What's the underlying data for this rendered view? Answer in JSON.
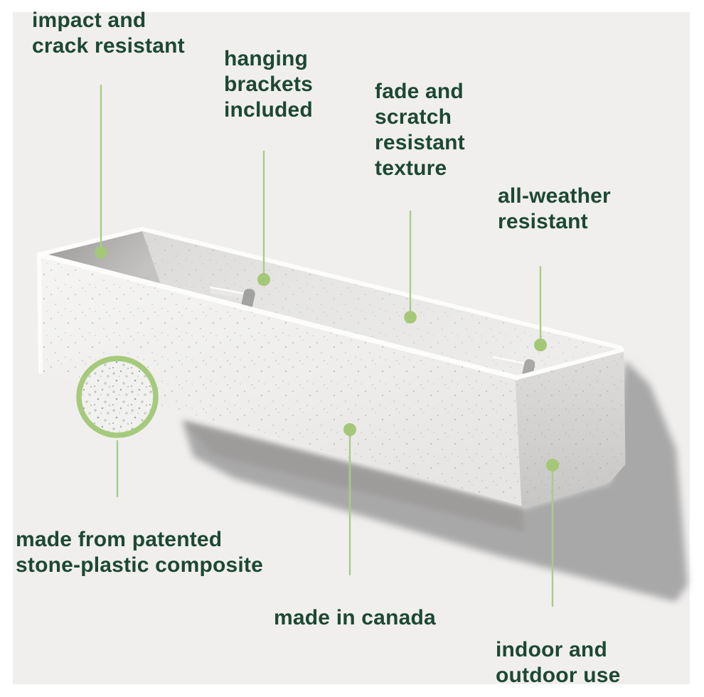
{
  "colors": {
    "page_margin": "#ffffff",
    "backdrop": "#f0efee",
    "label_text": "#1d4833",
    "accent_line_green": "#a9cd85",
    "accent_dot_green": "#a4c878",
    "magnifier_ring_green": "#a5ca7c",
    "product_shadow": "#a9a8a8",
    "planter_surface": "#f2f1ef"
  },
  "callouts": [
    {
      "id": "impact-crack",
      "label": "impact and\ncrack resistant"
    },
    {
      "id": "hanging-brackets",
      "label": "hanging\nbrackets\nincluded"
    },
    {
      "id": "fade-scratch",
      "label": "fade and\nscratch\nresistant\ntexture"
    },
    {
      "id": "all-weather",
      "label": "all-weather\nresistant"
    },
    {
      "id": "stone-plastic",
      "label": "made from patented\nstone-plastic composite"
    },
    {
      "id": "made-in-canada",
      "label": "made in canada"
    },
    {
      "id": "indoor-outdoor",
      "label": "indoor and\noutdoor use"
    }
  ]
}
